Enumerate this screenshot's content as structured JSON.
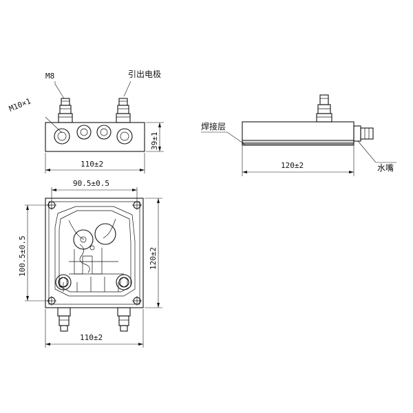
{
  "front_view": {
    "label_m8": "M8",
    "label_electrode": "引出电极",
    "label_m10": "M10×1",
    "dim_width": "110±2",
    "dim_height": "39±1"
  },
  "side_view": {
    "label_weld": "焊接层",
    "label_nozzle": "水嘴",
    "dim_length": "120±2"
  },
  "top_view": {
    "dim_hole_spacing_x": "90.5±0.5",
    "dim_hole_spacing_y": "100.5±0.5",
    "dim_length": "120±2",
    "dim_width": "110±2"
  }
}
